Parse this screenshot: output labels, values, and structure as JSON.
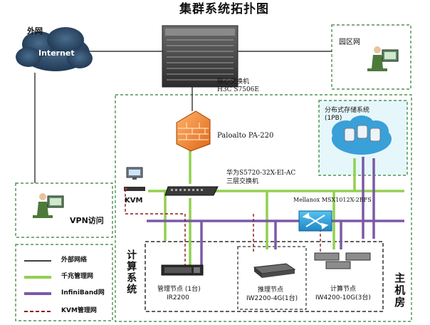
{
  "title": "集群系统拓扑图",
  "labels": {
    "internet_zone": "外网",
    "internet": "Internet",
    "campus": "园区网",
    "core_switch_line1": "核心交换机",
    "core_switch_line2": "H3C S7506E",
    "firewall": "Paloalto PA-220",
    "storage_line1": "分布式存储系统",
    "storage_line2": "(1PB)",
    "l3switch_line1": "华为S5720-32X-EI-AC",
    "l3switch_line2": "三层交换机",
    "ib_switch": "Mellanox MSX1012X-2BFS",
    "kvm": "KVM",
    "vpn": "VPN访问",
    "compute_system": "计算系统",
    "machine_room": "主机房",
    "mgmt_node_line1": "管理节点 (1台)",
    "mgmt_node_line2": "IR2200",
    "infer_node_line1": "推理节点",
    "infer_node_line2": "IW2200-4G(1台)",
    "compute_node_line1": "计算节点",
    "compute_node_line2": "IW4200-10G(3台)"
  },
  "legend": [
    {
      "label": "外部网络",
      "color": "#000000",
      "style": "solid-thin"
    },
    {
      "label": "千兆管理网",
      "color": "#92d050",
      "style": "solid-thick"
    },
    {
      "label": "InfiniBand网",
      "color": "#7b5aa6",
      "style": "solid-thick"
    },
    {
      "label": "KVM管理网",
      "color": "#8b1a1a",
      "style": "dashed"
    }
  ],
  "colors": {
    "gigabit": "#92d050",
    "infiniband": "#7b5aa6",
    "kvm": "#8b1a1a",
    "zone_border": "#2e7d32",
    "storage_bg": "#e6f7fb"
  }
}
